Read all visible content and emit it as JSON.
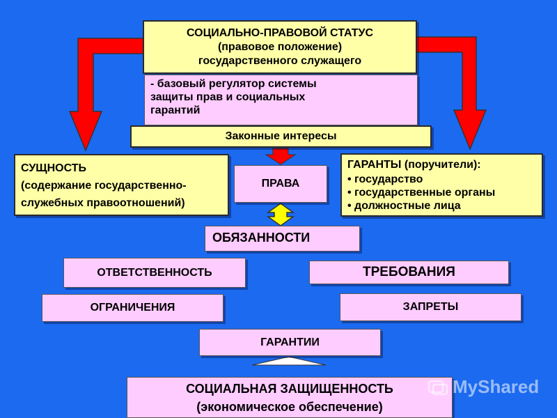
{
  "status": {
    "line1": "СОЦИАЛЬНО-ПРАВОВОЙ СТАТУС",
    "line2": "(правовое положение)",
    "line3": "государственного служащего"
  },
  "regulator": {
    "line1": "- базовый регулятор системы",
    "line2": "защиты прав и социальных",
    "line3": "гарантий"
  },
  "legal_interests": "Законные интересы",
  "essence": {
    "line1": "СУЩНОСТЬ",
    "line2": "(содержание государственно-",
    "line3": "служебных правоотношений)"
  },
  "rights": "ПРАВА",
  "guarantors": {
    "title": "ГАРАНТЫ (поручители):",
    "items": [
      "государство",
      "государственные органы",
      "должностные лица"
    ]
  },
  "duties": "ОБЯЗАННОСТИ",
  "responsibility": "ОТВЕТСТВЕННОСТЬ",
  "requirements": "ТРЕБОВАНИЯ",
  "restrictions": "ОГРАНИЧЕНИЯ",
  "prohibitions": "ЗАПРЕТЫ",
  "guarantees": "ГАРАНТИИ",
  "social_protection": {
    "line1": "СОЦИАЛЬНАЯ ЗАЩИЩЕННОСТЬ",
    "line2": "(экономическое обеспечение)"
  },
  "watermark": "MyShared",
  "colors": {
    "background": "#1c6af0",
    "yellow_box": "#ffffa8",
    "pink_box": "#ffccff",
    "red_arrow": "#ff0000",
    "yellow_arrow": "#ffff00"
  }
}
